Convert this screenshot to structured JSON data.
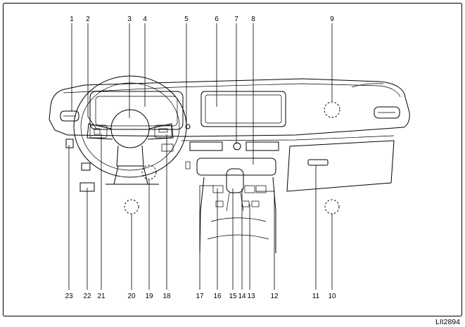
{
  "diagram": {
    "figure_code": "LII2894",
    "callouts_top": [
      {
        "id": "c1",
        "label": "1"
      },
      {
        "id": "c2",
        "label": "2"
      },
      {
        "id": "c3",
        "label": "3"
      },
      {
        "id": "c4",
        "label": "4"
      },
      {
        "id": "c5",
        "label": "5"
      },
      {
        "id": "c6",
        "label": "6"
      },
      {
        "id": "c7",
        "label": "7"
      },
      {
        "id": "c8",
        "label": "8"
      },
      {
        "id": "c9",
        "label": "9"
      }
    ],
    "callouts_bottom": [
      {
        "id": "c23",
        "label": "23"
      },
      {
        "id": "c22",
        "label": "22"
      },
      {
        "id": "c21",
        "label": "21"
      },
      {
        "id": "c20",
        "label": "20"
      },
      {
        "id": "c19",
        "label": "19"
      },
      {
        "id": "c18",
        "label": "18"
      },
      {
        "id": "c17",
        "label": "17"
      },
      {
        "id": "c16",
        "label": "16"
      },
      {
        "id": "c15",
        "label": "15"
      },
      {
        "id": "c14",
        "label": "14"
      },
      {
        "id": "c13",
        "label": "13"
      },
      {
        "id": "c12",
        "label": "12"
      },
      {
        "id": "c11",
        "label": "11"
      },
      {
        "id": "c10",
        "label": "10"
      }
    ]
  }
}
